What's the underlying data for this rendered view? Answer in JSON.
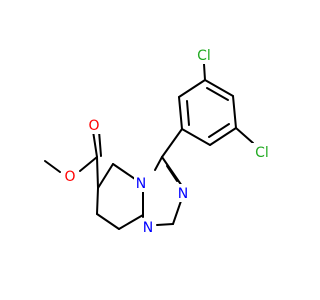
{
  "molecule": {
    "atoms": {
      "cl_top": {
        "symbol": "Cl",
        "color": "#22aa22"
      },
      "cl_right": {
        "symbol": "Cl",
        "color": "#22aa22"
      },
      "o_carbonyl": {
        "symbol": "O",
        "color": "#ff0000"
      },
      "o_ester": {
        "symbol": "O",
        "color": "#ff0000"
      },
      "n_ring": {
        "symbol": "N",
        "color": "#0000ff"
      },
      "n_triazole_upper": {
        "symbol": "N",
        "color": "#0000ff"
      },
      "n_triazole_lower": {
        "symbol": "N",
        "color": "#0000ff"
      }
    }
  },
  "colors": {
    "bond": "#000000",
    "background": "#ffffff"
  }
}
